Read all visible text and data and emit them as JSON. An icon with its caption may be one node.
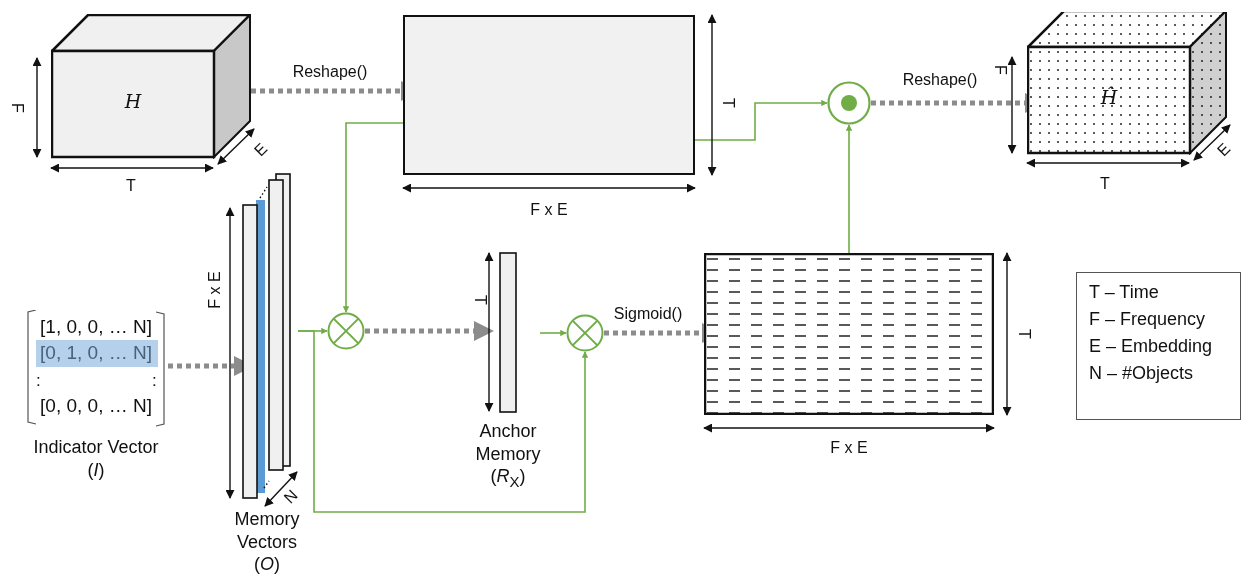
{
  "diagram": {
    "nodes": [
      {
        "text": [
          "H"
        ]
      },
      {
        "text": [],
        "shape": "box"
      },
      {
        "text": [],
        "shape": "circle"
      },
      {
        "text": [
          "Ĥ"
        ]
      },
      {
        "text": [
          "[1, 0, 0, … N]",
          "[0, 1, 0, … N]",
          ":",
          ":",
          "[0, 0, 0, … N]",
          "Indicator Vector (*I*)"
        ]
      },
      {
        "text": [
          "Memory Vectors (*O*)"
        ]
      },
      {
        "text": [],
        "shape": "circle"
      },
      {
        "text": [
          "Anchor Memory (*R*$_{X}$)"
        ]
      },
      {
        "text": [],
        "shape": "circle"
      },
      {
        "text": [],
        "shape": "box"
      },
      {
        "text": [
          "T – Time",
          "F – Frequency",
          "E – Embedding",
          "N – #Objects"
        ]
      }
    ],
    "edges": [
      {
        "from": 0,
        "to": 1,
        "arrow": "to",
        "label": "Reshape()",
        "style": "dashed",
        "color": "#8c8c8c"
      },
      {
        "from": 1,
        "to": 6,
        "arrow": "to"
      },
      {
        "from": 5,
        "to": 6,
        "arrow": "to"
      },
      {
        "from": 5,
        "to": 8,
        "arrow": "to"
      },
      {
        "from": 6,
        "to": 7,
        "arrow": "to",
        "style": "dashed",
        "color": "#8c8c8c"
      },
      {
        "from": 7,
        "to": 8,
        "arrow": "to"
      },
      {
        "from": 8,
        "to": 9,
        "arrow": "to",
        "label": "Sigmoid()",
        "style": "dashed",
        "color": "#8c8c8c"
      },
      {
        "from": 9,
        "to": 2,
        "arrow": "to"
      },
      {
        "from": 1,
        "to": 2,
        "arrow": "to"
      },
      {
        "from": 2,
        "to": 3,
        "arrow": "to",
        "label": "Reshape()",
        "style": "dashed",
        "color": "#8c8c8c"
      },
      {
        "from": 4,
        "to": 5,
        "arrow": "to",
        "style": "dashed",
        "color": "#8c8c8c"
      }
    ],
    "labels": [
      "F",
      "E",
      "T",
      "T",
      "F x E",
      "F",
      "E",
      "T",
      "F x E",
      "N",
      "T",
      "T",
      "F x E"
    ]
  }
}
